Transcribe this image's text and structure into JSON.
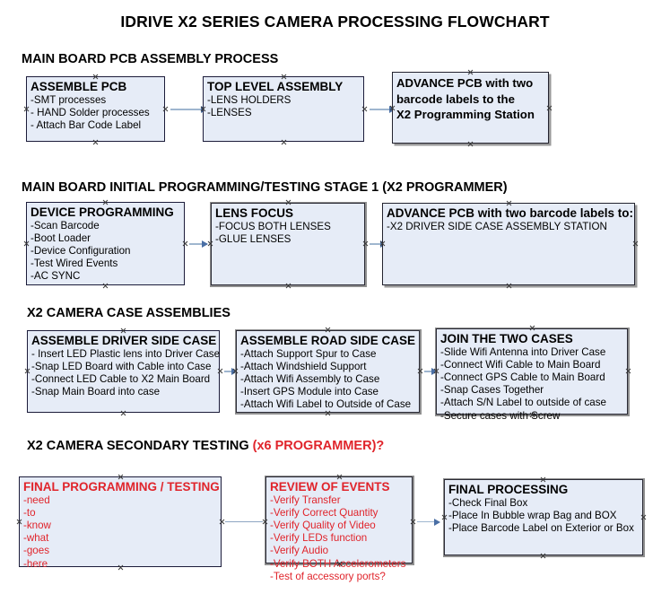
{
  "document": {
    "title": "IDRIVE X2  SERIES CAMERA PROCESSING FLOWCHART"
  },
  "colors": {
    "box_fill": "#e6ecf7",
    "box_border": "#1c1c3a",
    "arrow_line": "#9fb6cf",
    "arrow_head": "#4a6fa5",
    "red_text": "#e0242b",
    "background": "#ffffff"
  },
  "sections": [
    {
      "id": "main-board-pcb-assembly",
      "heading": "MAIN BOARD PCB ASSEMBLY PROCESS",
      "heading_red": "",
      "boxes": [
        {
          "id": "assemble-pcb",
          "title": "ASSEMBLE PCB",
          "lines": [
            "-SMT processes",
            "- HAND Solder processes",
            "- Attach Bar Code Label"
          ]
        },
        {
          "id": "top-level-assembly",
          "title": "TOP LEVEL ASSEMBLY",
          "lines": [
            "-LENS HOLDERS",
            "-LENSES"
          ]
        },
        {
          "id": "advance-pcb-x2-programming-station",
          "title": "ADVANCE PCB with two",
          "title_lines": [
            "ADVANCE PCB with two",
            "barcode labels to the",
            " X2 Programming Station"
          ],
          "lines": []
        }
      ]
    },
    {
      "id": "main-board-initial-programming",
      "heading": "MAIN BOARD INITIAL PROGRAMMING/TESTING STAGE 1 (X2 PROGRAMMER)",
      "heading_red": "",
      "boxes": [
        {
          "id": "device-programming",
          "title": "DEVICE PROGRAMMING",
          "lines": [
            "-Scan Barcode",
            "-Boot Loader",
            "-Device Configuration",
            "-Test Wired Events",
            "-AC SYNC"
          ]
        },
        {
          "id": "lens-focus",
          "title": "LENS FOCUS",
          "lines": [
            "-FOCUS BOTH LENSES",
            "-GLUE LENSES"
          ]
        },
        {
          "id": "advance-pcb-driver-side-case",
          "title": "ADVANCE PCB with two barcode labels to:",
          "lines": [
            "-X2 DRIVER  SIDE  CASE  ASSEMBLY STATION"
          ]
        }
      ]
    },
    {
      "id": "x2-camera-case-assemblies",
      "heading": "X2 CAMERA CASE ASSEMBLIES",
      "heading_red": "",
      "boxes": [
        {
          "id": "assemble-driver-side-case",
          "title": "ASSEMBLE DRIVER SIDE CASE",
          "lines": [
            "- Insert LED Plastic lens into Driver Case",
            "-Snap LED Board with Cable into Case",
            "-Connect LED Cable to X2 Main Board",
            "-Snap Main Board into case"
          ]
        },
        {
          "id": "assemble-road-side-case",
          "title": "ASSEMBLE ROAD SIDE CASE",
          "lines": [
            "-Attach Support Spur to Case",
            "-Attach Windshield Support",
            "-Attach Wifi Assembly to Case",
            "-Insert GPS Module into Case",
            "-Attach Wifi Label to Outside of Case"
          ]
        },
        {
          "id": "join-the-two-cases",
          "title": "JOIN THE TWO CASES",
          "lines": [
            "-Slide Wifi Antenna into Driver Case",
            "-Connect Wifi Cable to Main Board",
            "-Connect GPS Cable to Main Board",
            "-Snap Cases Together",
            "-Attach S/N Label to outside of case",
            "-Secure cases with Screw"
          ]
        }
      ]
    },
    {
      "id": "x2-camera-secondary-testing",
      "heading": "X2 CAMERA SECONDARY TESTING ",
      "heading_red": "(x6 PROGRAMMER)?",
      "boxes": [
        {
          "id": "final-programming-testing",
          "title": "FINAL PROGRAMMING / TESTING",
          "lines": [
            "-need",
            "-to",
            "-know",
            "-what",
            "-goes",
            "-here"
          ]
        },
        {
          "id": "review-of-events",
          "title": "REVIEW OF EVENTS",
          "lines": [
            "-Verify Transfer",
            "-Verify Correct Quantity",
            "-Verify Quality of Video",
            "-Verify LEDs function",
            "-Verify Audio",
            "-Verify BOTH Accelerometers",
            "-Test of accessory ports?"
          ]
        },
        {
          "id": "final-processing",
          "title": "FINAL PROCESSING",
          "lines": [
            "-Check Final Box",
            "-Place In Bubble wrap Bag and BOX",
            "-Place Barcode Label on Exterior or Box"
          ]
        }
      ]
    }
  ]
}
